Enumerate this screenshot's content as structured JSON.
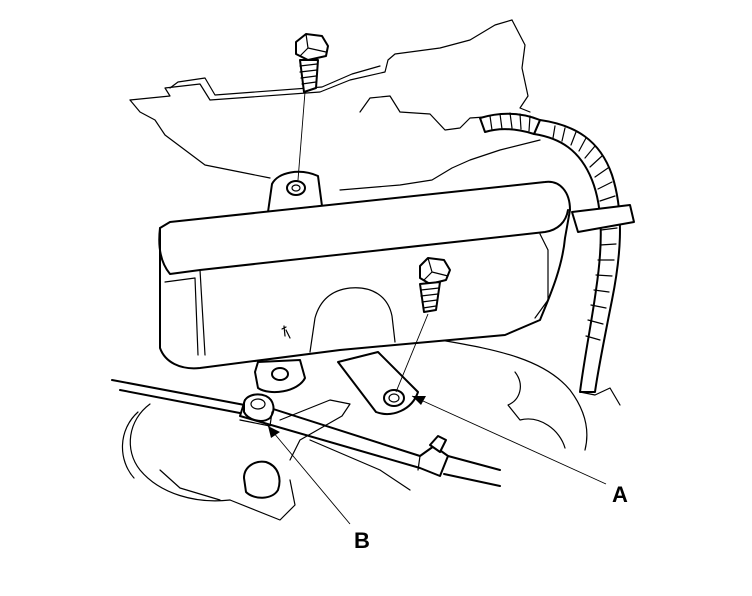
{
  "callouts": [
    {
      "id": "A",
      "label": "A"
    },
    {
      "id": "B",
      "label": "B"
    }
  ]
}
